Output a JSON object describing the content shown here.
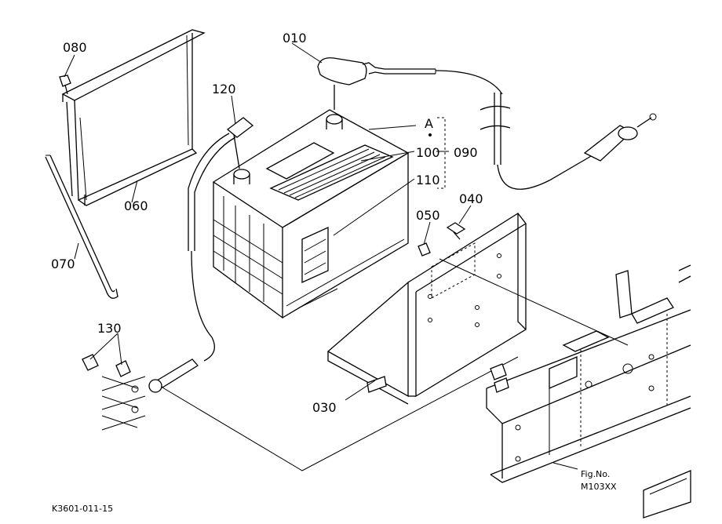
{
  "diagram": {
    "labels": {
      "p010": "010",
      "p030": "030",
      "p040": "040",
      "p050": "050",
      "p060": "060",
      "p070": "070",
      "p080": "080",
      "p090": "090",
      "p100": "100",
      "p110": "110",
      "p120": "120",
      "p130": "130",
      "refA": "A"
    },
    "fig_label": "Fig.No.",
    "fig_number": "M103XX",
    "drawing_code": "K3601-011-15"
  }
}
